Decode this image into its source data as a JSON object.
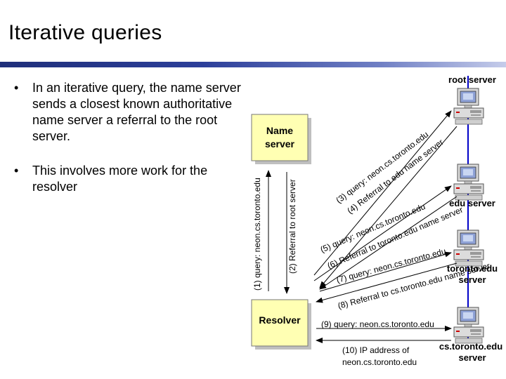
{
  "slide": {
    "title": "Iterative  queries",
    "bullets": [
      "In an iterative query, the name server  sends a closest known authoritative name server a referral to the root server.",
      "This involves more work for the resolver"
    ]
  },
  "diagram": {
    "nodes": {
      "name_server": [
        "Name",
        "server"
      ],
      "resolver": "Resolver",
      "root_server": "root server",
      "edu_server": "edu server",
      "toronto_server": [
        "toronto.edu",
        "server"
      ],
      "cs_toronto_server": [
        "cs.toronto.edu",
        "server"
      ]
    },
    "vertical_messages": {
      "m1": "(1) query: neon.cs.toronto.edu",
      "m2": "(2) Referral to root server"
    },
    "diagonal_messages": {
      "m3": "(3) query: neon.cs.toronto.edu",
      "m4": "(4) Referral to edu name server",
      "m5": "(5) query: neon.cs.toronto.edu",
      "m6": "(6) Referral to toronto.edu name server",
      "m7": "(7) query: neon.cs.toronto.edu",
      "m8": "(8) Referral to cs.toronto.edu name server",
      "m9": "(9) query: neon.cs.toronto.edu",
      "m10": [
        "(10) IP address of",
        "neon.cs.toronto.edu"
      ]
    }
  },
  "colors": {
    "box_fill": "#ffffb3",
    "box_shadow": "#bfbfbf",
    "title_rule": "#1f2f7a",
    "server_line": "#0000c8",
    "arrow": "#000000"
  },
  "icons": {
    "server": "computer-workstation-icon"
  }
}
